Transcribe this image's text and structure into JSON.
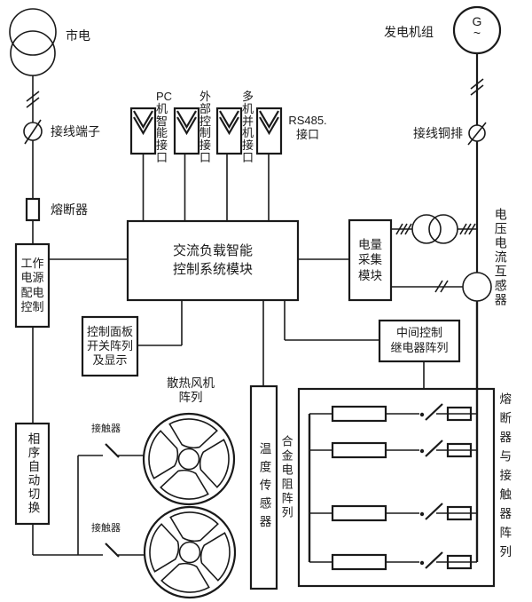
{
  "colors": {
    "ink": "#1a1a1a",
    "background": "#ffffff"
  },
  "sources": {
    "mains": {
      "label": "市电"
    },
    "generator": {
      "label": "发电机组",
      "symbol_text": "G\n~"
    }
  },
  "left_feed": {
    "terminal_label": "接线端子",
    "fuse_label": "熔断器",
    "work_power_label": "工作\n电源\n配电\n控制",
    "phase_switch_label": "相序自动切换"
  },
  "right_feed": {
    "copper_bar_label": "接线铜排",
    "transducer_label": "电压电流互感器"
  },
  "interfaces": [
    {
      "label": "PC\n机\n智\n能\n接\n口"
    },
    {
      "label": "外\n部\n控\n制\n接\n口"
    },
    {
      "label": "多\n机\n并\n机\n接\n口"
    },
    {
      "label": "RS485.\n接口"
    }
  ],
  "modules": {
    "main_controller_label": "交流负载智能\n控制系统模块",
    "energy_acquisition_label": "电量\n采集\n模块",
    "relay_array_label": "中间控制\n继电器阵列",
    "control_panel_label": "控制面板\n开关阵列\n及显示"
  },
  "cooling": {
    "fan_array_label": "散热风机\n阵列",
    "contactor_labels": [
      "接触器",
      "接触器"
    ],
    "temperature_sensor_label": "温度传感器"
  },
  "load_bank": {
    "resistor_array_label": "合金电阻阵列",
    "fuse_contactor_array_label": "熔断器与接触器阵列"
  }
}
